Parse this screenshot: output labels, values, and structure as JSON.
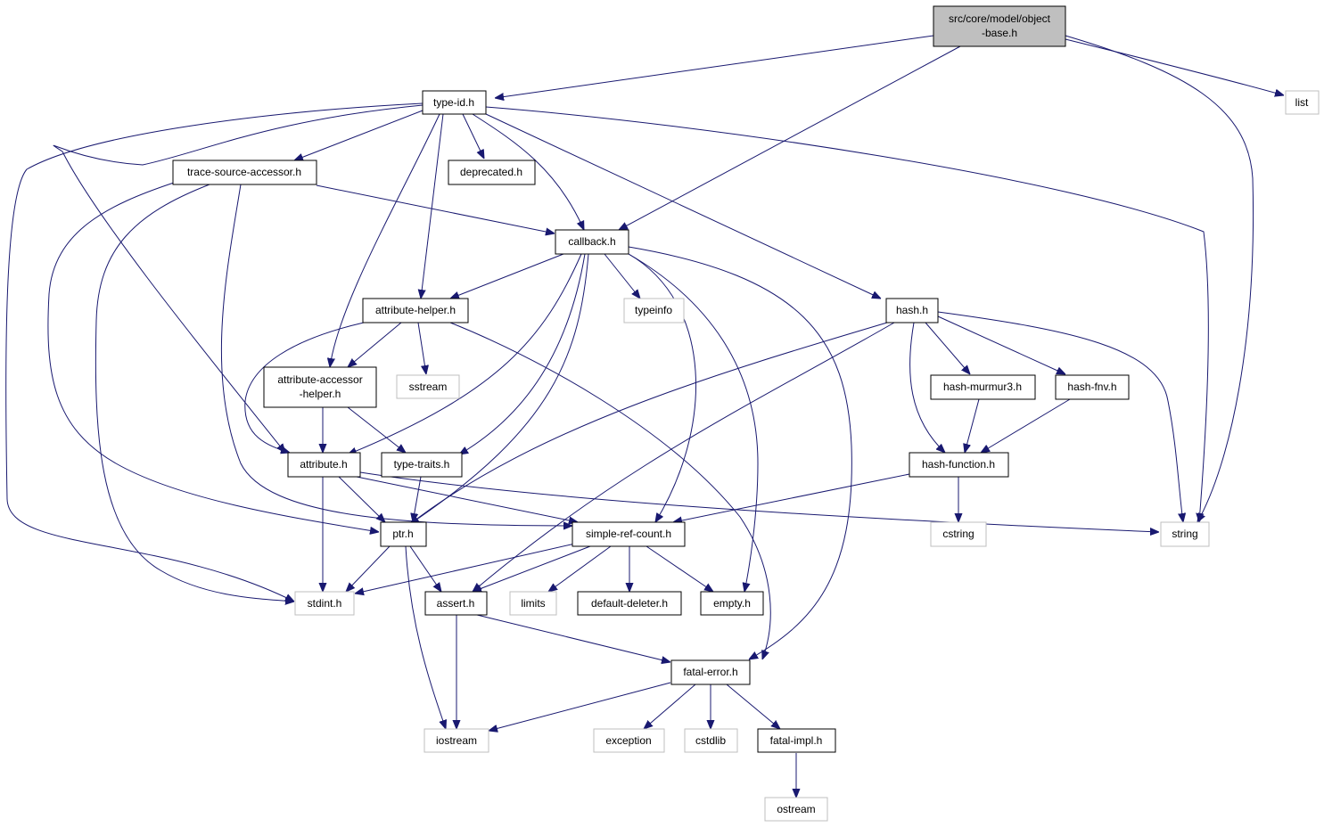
{
  "colors": {
    "edge": "#191970",
    "root_fill": "#bfbfbf",
    "local_border": "#000000",
    "external_border": "#bfbfbf"
  },
  "nodes": {
    "root": [
      "src/core/model/object",
      "-base.h"
    ],
    "type_id": [
      "type-id.h"
    ],
    "list": [
      "list"
    ],
    "trace_source_accessor": [
      "trace-source-accessor.h"
    ],
    "deprecated": [
      "deprecated.h"
    ],
    "callback": [
      "callback.h"
    ],
    "attribute_helper": [
      "attribute-helper.h"
    ],
    "typeinfo": [
      "typeinfo"
    ],
    "hash": [
      "hash.h"
    ],
    "attribute_accessor_helper": [
      "attribute-accessor",
      "-helper.h"
    ],
    "sstream": [
      "sstream"
    ],
    "hash_murmur3": [
      "hash-murmur3.h"
    ],
    "hash_fnv": [
      "hash-fnv.h"
    ],
    "attribute": [
      "attribute.h"
    ],
    "type_traits": [
      "type-traits.h"
    ],
    "hash_function": [
      "hash-function.h"
    ],
    "ptr": [
      "ptr.h"
    ],
    "simple_ref_count": [
      "simple-ref-count.h"
    ],
    "cstring": [
      "cstring"
    ],
    "string": [
      "string"
    ],
    "stdint": [
      "stdint.h"
    ],
    "assert": [
      "assert.h"
    ],
    "limits": [
      "limits"
    ],
    "default_deleter": [
      "default-deleter.h"
    ],
    "empty": [
      "empty.h"
    ],
    "fatal_error": [
      "fatal-error.h"
    ],
    "iostream": [
      "iostream"
    ],
    "exception": [
      "exception"
    ],
    "cstdlib": [
      "cstdlib"
    ],
    "fatal_impl": [
      "fatal-impl.h"
    ],
    "ostream": [
      "ostream"
    ]
  }
}
